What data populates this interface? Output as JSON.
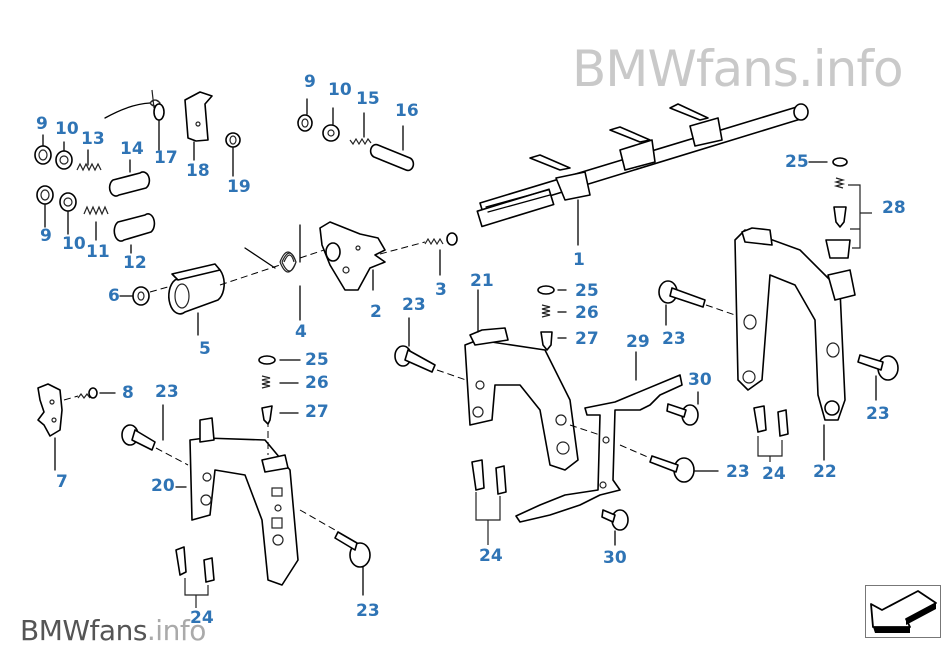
{
  "watermark": {
    "top": "BMWfans.info",
    "bottom_brand": "BMWfans",
    "bottom_suffix": ".info"
  },
  "diagram": {
    "subject": "Gearshift parts exploded view",
    "label_color": "#2f74b5",
    "callouts": [
      {
        "id": "c1",
        "text": "1"
      },
      {
        "id": "c2",
        "text": "2"
      },
      {
        "id": "c3",
        "text": "3"
      },
      {
        "id": "c4",
        "text": "4"
      },
      {
        "id": "c5",
        "text": "5"
      },
      {
        "id": "c6",
        "text": "6"
      },
      {
        "id": "c7",
        "text": "7"
      },
      {
        "id": "c8",
        "text": "8"
      },
      {
        "id": "c9a",
        "text": "9"
      },
      {
        "id": "c9b",
        "text": "9"
      },
      {
        "id": "c9c",
        "text": "9"
      },
      {
        "id": "c10a",
        "text": "10"
      },
      {
        "id": "c10b",
        "text": "10"
      },
      {
        "id": "c10c",
        "text": "10"
      },
      {
        "id": "c11",
        "text": "11"
      },
      {
        "id": "c12",
        "text": "12"
      },
      {
        "id": "c13",
        "text": "13"
      },
      {
        "id": "c14",
        "text": "14"
      },
      {
        "id": "c15",
        "text": "15"
      },
      {
        "id": "c16",
        "text": "16"
      },
      {
        "id": "c17",
        "text": "17"
      },
      {
        "id": "c18",
        "text": "18"
      },
      {
        "id": "c19",
        "text": "19"
      },
      {
        "id": "c20",
        "text": "20"
      },
      {
        "id": "c21",
        "text": "21"
      },
      {
        "id": "c22",
        "text": "22"
      },
      {
        "id": "c23a",
        "text": "23"
      },
      {
        "id": "c23b",
        "text": "23"
      },
      {
        "id": "c23c",
        "text": "23"
      },
      {
        "id": "c23d",
        "text": "23"
      },
      {
        "id": "c23e",
        "text": "23"
      },
      {
        "id": "c23f",
        "text": "23"
      },
      {
        "id": "c24a",
        "text": "24"
      },
      {
        "id": "c24b",
        "text": "24"
      },
      {
        "id": "c24c",
        "text": "24"
      },
      {
        "id": "c25a",
        "text": "25"
      },
      {
        "id": "c25b",
        "text": "25"
      },
      {
        "id": "c25c",
        "text": "25"
      },
      {
        "id": "c26a",
        "text": "26"
      },
      {
        "id": "c26b",
        "text": "26"
      },
      {
        "id": "c27a",
        "text": "27"
      },
      {
        "id": "c27b",
        "text": "27"
      },
      {
        "id": "c28",
        "text": "28"
      },
      {
        "id": "c29",
        "text": "29"
      },
      {
        "id": "c30a",
        "text": "30"
      },
      {
        "id": "c30b",
        "text": "30"
      }
    ]
  },
  "navigation": {
    "next_icon": "arrow-down-left-icon"
  }
}
